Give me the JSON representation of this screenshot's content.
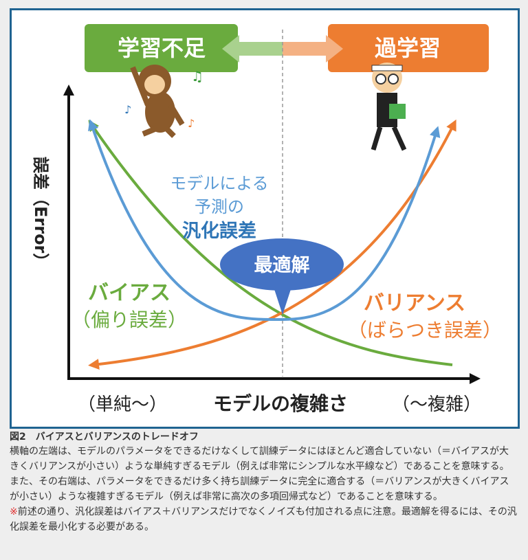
{
  "diagram": {
    "underfit_label": "学習不足",
    "overfit_label": "過学習",
    "y_axis_label": "誤差（Error）",
    "generalization_line1": "モデルによる",
    "generalization_line2": "予測の",
    "generalization_line3": "汎化誤差",
    "optimum_label": "最適解",
    "bias_label": "バイアス",
    "bias_sub": "（偏り誤差）",
    "variance_label": "バリアンス",
    "variance_sub": "（ばらつき誤差）",
    "x_left": "（単純〜）",
    "x_axis_label": "モデルの複雑さ",
    "x_right": "（〜複雑）",
    "colors": {
      "bias": "#6aab3e",
      "variance": "#ed7d31",
      "generalization": "#5b9bd5",
      "optimum": "#4472c4",
      "frame": "#1f6391"
    }
  },
  "caption": {
    "title": "図2　バイアスとバリアンスのトレードオフ",
    "body": "横軸の左端は、モデルのパラメータをできるだけなくして訓練データにはほとんど適合していない（＝バイアスが大きくバリアンスが小さい）ような単純すぎるモデル（例えば非常にシンプルな水平線など）であることを意味する。また、その右端は、パラメータをできるだけ多く持ち訓練データに完全に適合する（＝バリアンスが大きくバイアスが小さい）ような複雑すぎるモデル（例えば非常に高次の多項回帰式など）であることを意味する。",
    "note_mark": "※",
    "note": "前述の通り、汎化誤差はバイアス＋バリアンスだけでなくノイズも付加される点に注意。最適解を得るには、その汎化誤差を最小化する必要がある。"
  }
}
